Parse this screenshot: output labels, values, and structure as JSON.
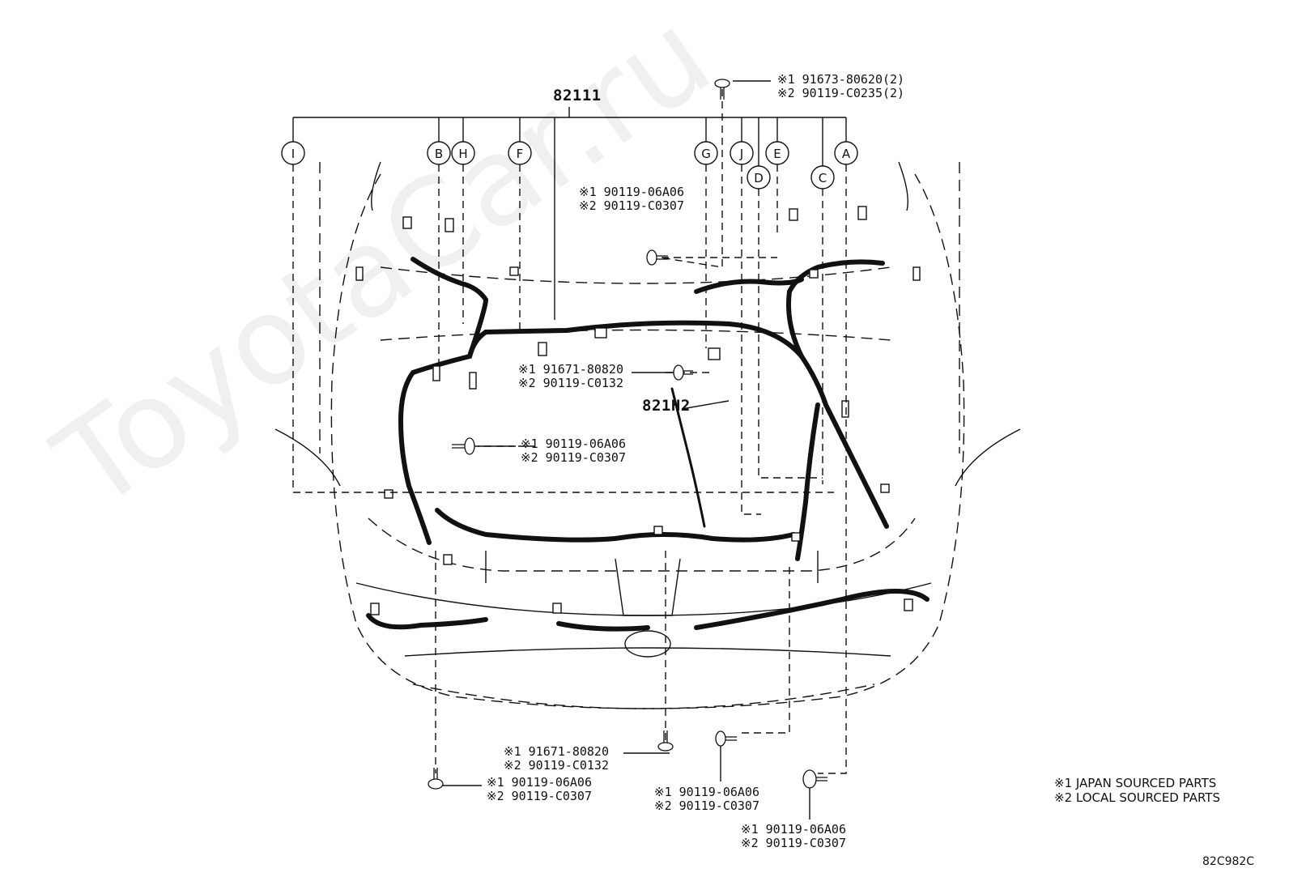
{
  "watermark": "ToyotaCar.ru",
  "main_part": "82111",
  "sub_part": "821H2",
  "callouts": [
    "I",
    "B",
    "H",
    "F",
    "G",
    "J",
    "D",
    "E",
    "C",
    "A"
  ],
  "fasteners": {
    "top": [
      "※1 91673-80620(2)",
      "※2 90119-C0235(2)"
    ],
    "upper": [
      "※1 90119-06A06",
      "※2 90119-C0307"
    ],
    "center": [
      "※1 91671-80820",
      "※2 90119-C0132"
    ],
    "left": [
      "※1 90119-06A06",
      "※2 90119-C0307"
    ],
    "bottom_center": [
      "※1 91671-80820",
      "※2 90119-C0132"
    ],
    "bottom_left": [
      "※1 90119-06A06",
      "※2 90119-C0307"
    ],
    "bottom_mid": [
      "※1 90119-06A06",
      "※2 90119-C0307"
    ],
    "bottom_right": [
      "※1 90119-06A06",
      "※2 90119-C0307"
    ]
  },
  "legend": [
    "※1 JAPAN SOURCED PARTS",
    "※2 LOCAL SOURCED PARTS"
  ],
  "diagram_code": "82C982C"
}
